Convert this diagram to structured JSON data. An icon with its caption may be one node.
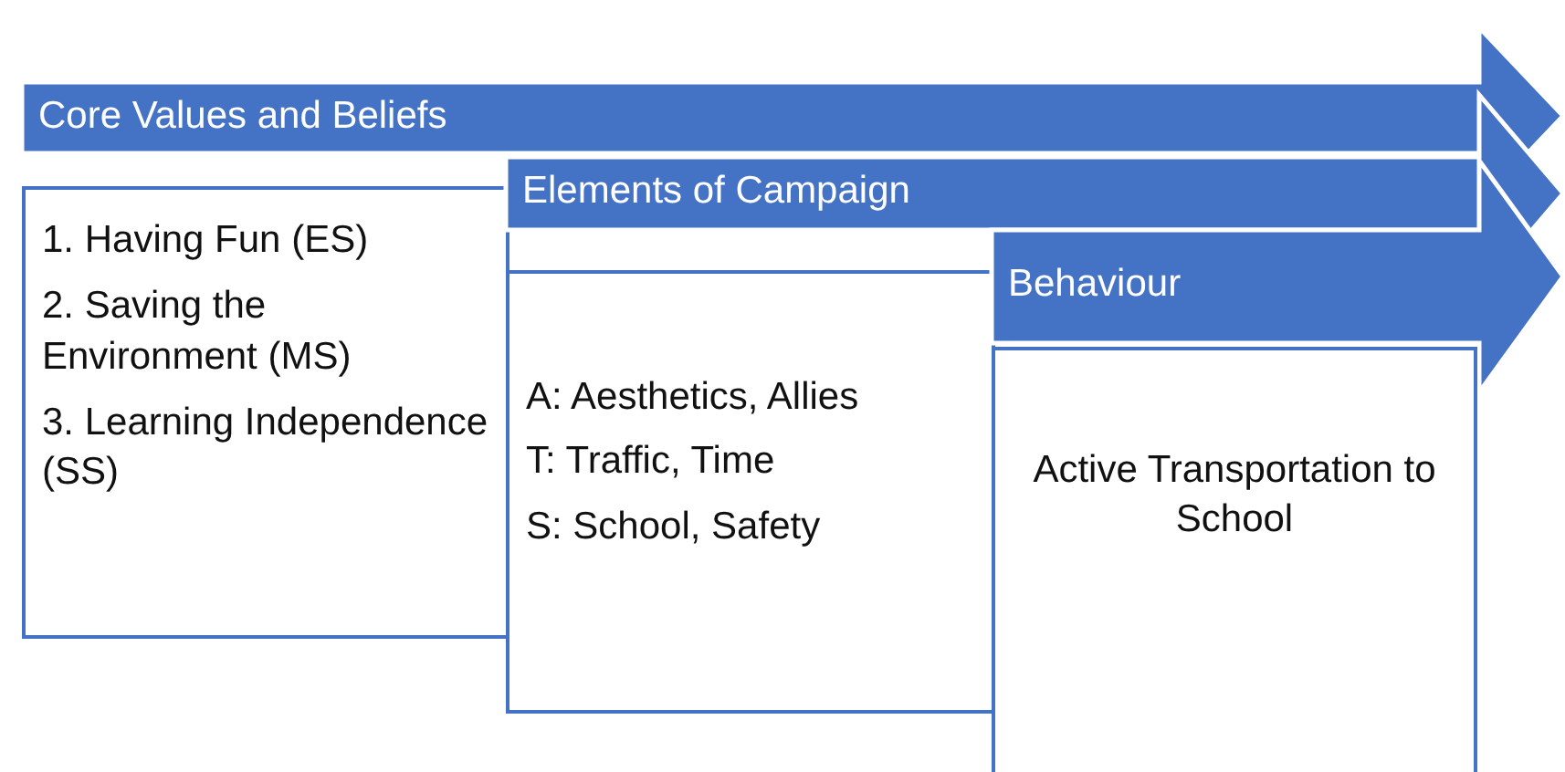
{
  "diagram": {
    "nodes": [
      {
        "text": [
          "Core Values and Beliefs"
        ]
      },
      {
        "text": [
          "1. Having Fun (ES)",
          "2. Saving the Environment (MS)",
          "3. Learning Independence (SS)"
        ]
      },
      {
        "text": [
          "Elements of Campaign"
        ]
      },
      {
        "text": [
          "A: Aesthetics, Allies",
          "T: Traffic, Time",
          "S: School, Safety"
        ]
      },
      {
        "text": [
          "Behaviour"
        ]
      },
      {
        "text": [
          "Active Transportation to School"
        ]
      }
    ]
  }
}
